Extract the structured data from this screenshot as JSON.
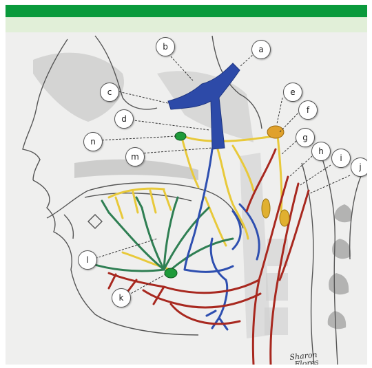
{
  "colors": {
    "top_bar": "#0a9a3c",
    "sub_bar": "#e1efd8",
    "nerve_yellow": "#e8c93a",
    "nerve_green": "#2f7f53",
    "vein_blue": "#2e4fb0",
    "artery_red": "#a8281f",
    "ganglion_green": "#1e9a3a",
    "ganglion_orange": "#d98b1e"
  },
  "labels": [
    "a",
    "b",
    "c",
    "d",
    "e",
    "f",
    "g",
    "h",
    "i",
    "j",
    "k",
    "l",
    "m",
    "n"
  ],
  "signature": [
    "Sharon",
    "Flores"
  ]
}
